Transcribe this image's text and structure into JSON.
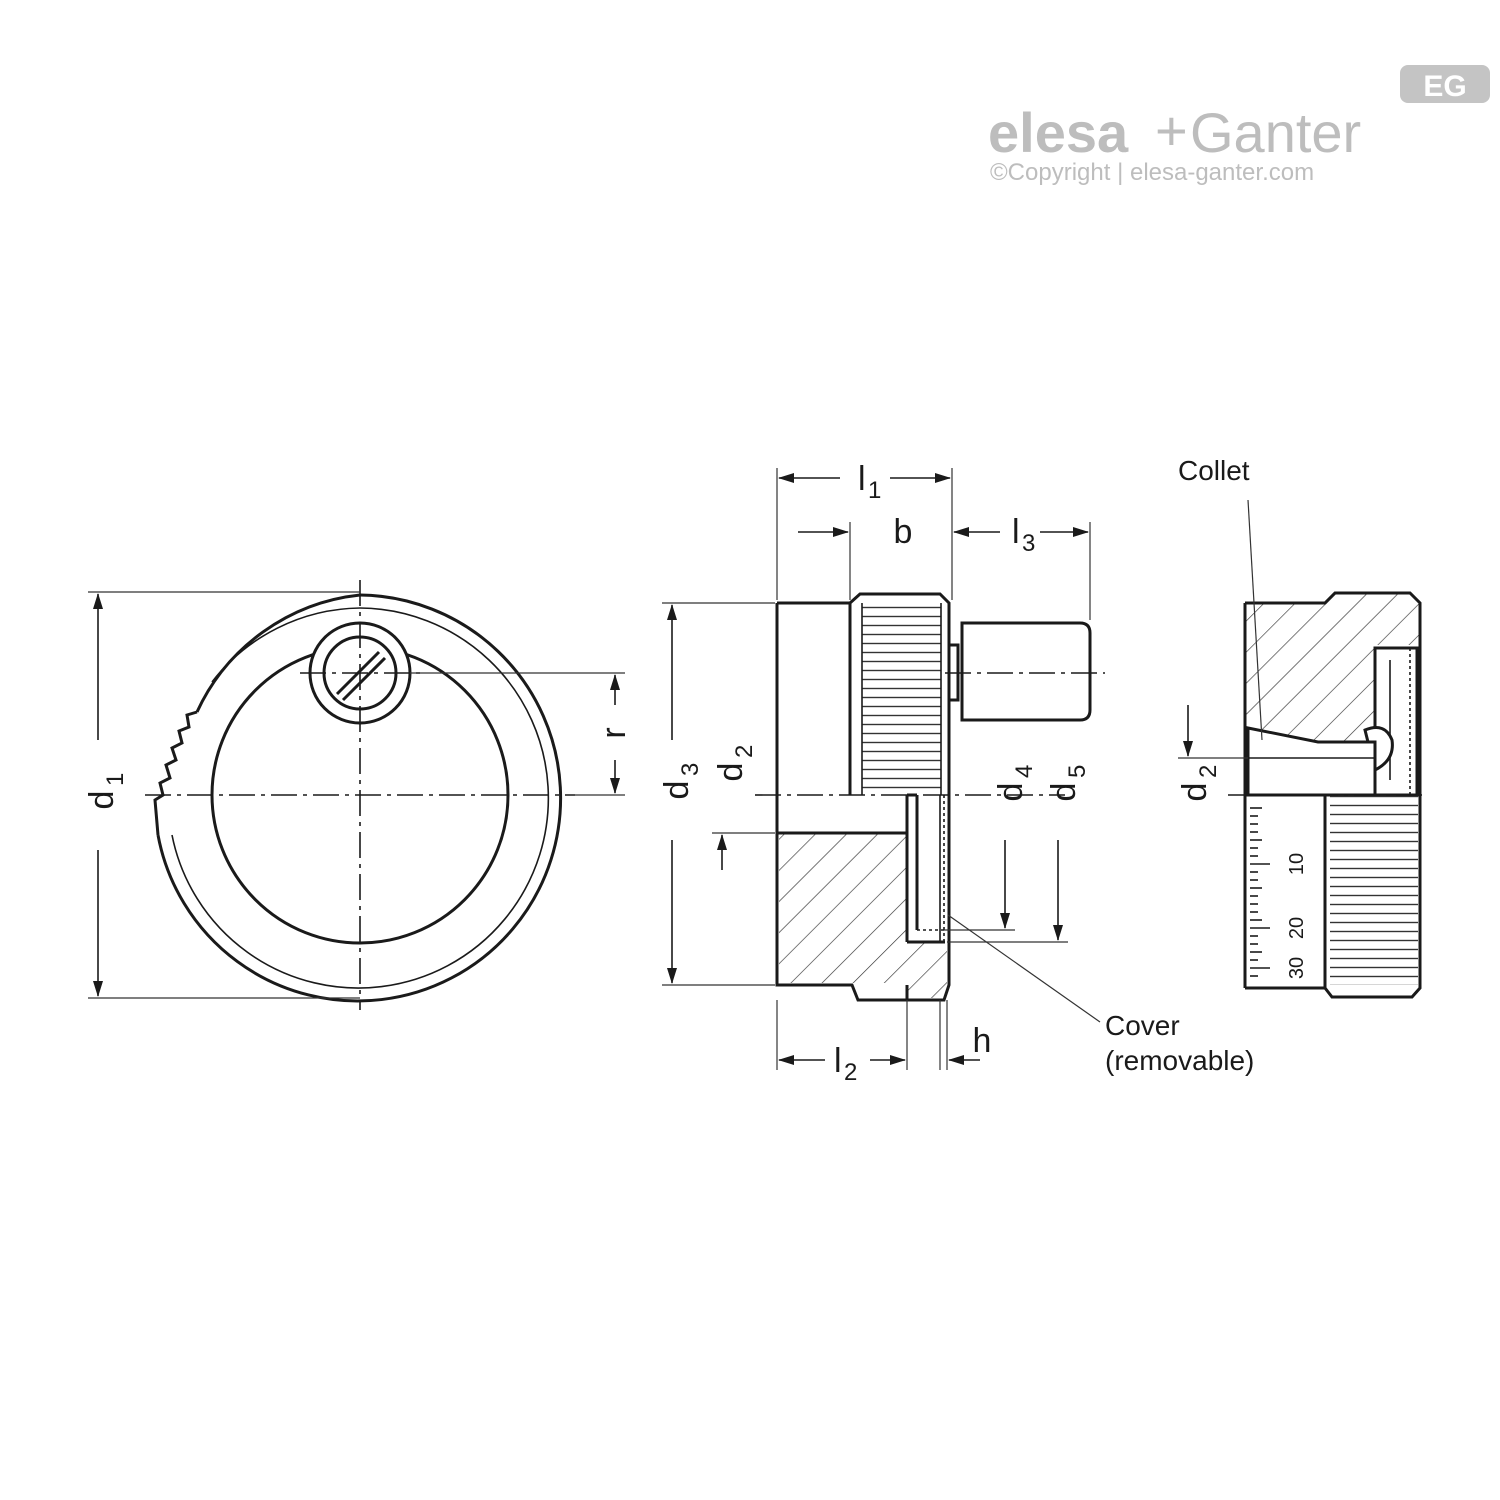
{
  "logo": {
    "brand_left": "elesa",
    "plus": "+",
    "brand_right": "Ganter",
    "copyright": "©Copyright | elesa-ganter.com",
    "badge": "EG",
    "color": "#bdbdbd"
  },
  "front_view": {
    "d1": {
      "main": "d",
      "sub": "1"
    },
    "r": "r"
  },
  "side_view": {
    "l1": {
      "main": "l",
      "sub": "1"
    },
    "b": "b",
    "l3": {
      "main": "l",
      "sub": "3"
    },
    "d3": {
      "main": "d",
      "sub": "3"
    },
    "d2": {
      "main": "d",
      "sub": "2"
    },
    "d4": {
      "main": "d",
      "sub": "4"
    },
    "d5": {
      "main": "d",
      "sub": "5"
    },
    "l2": {
      "main": "l",
      "sub": "2"
    },
    "h": "h",
    "cover_line1": "Cover",
    "cover_line2": "(removable)"
  },
  "section_view": {
    "collet": "Collet",
    "d2": {
      "main": "d",
      "sub": "2"
    },
    "scale_labels": [
      "10",
      "20",
      "30"
    ]
  }
}
